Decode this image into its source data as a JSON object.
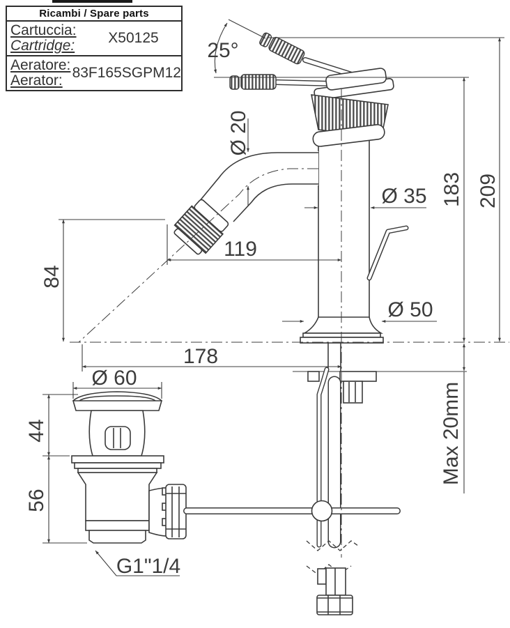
{
  "page": {
    "background": "#ffffff",
    "line_color": "#3a3a3a",
    "text_color": "#3c3c3c"
  },
  "parts_table": {
    "header": "Ricambi / Spare parts",
    "rows": [
      {
        "label_it": "Cartuccia:",
        "label_en": "Cartridge:",
        "value": "X50125"
      },
      {
        "label_it": "Aeratore:",
        "label_en": "Aerator:",
        "value": "83F165SGPM12"
      }
    ]
  },
  "drawing": {
    "type": "technical-dimension-drawing",
    "subject": "single-lever basin mixer with pop-up waste drain",
    "dimensions": {
      "handle_angle": "25°",
      "spout_diameter": "Ø 20",
      "body_diameter": "Ø 35",
      "base_diameter": "Ø 50",
      "flange_diameter": "Ø 60",
      "spout_reach": "119",
      "total_reach": "178",
      "spout_height": "183",
      "total_height": "209",
      "spout_tip_height": "84",
      "waste_upper_height": "44",
      "waste_lower_height": "56",
      "max_counter_thickness": "Max 20mm",
      "waste_thread": "G1\"1/4"
    }
  }
}
